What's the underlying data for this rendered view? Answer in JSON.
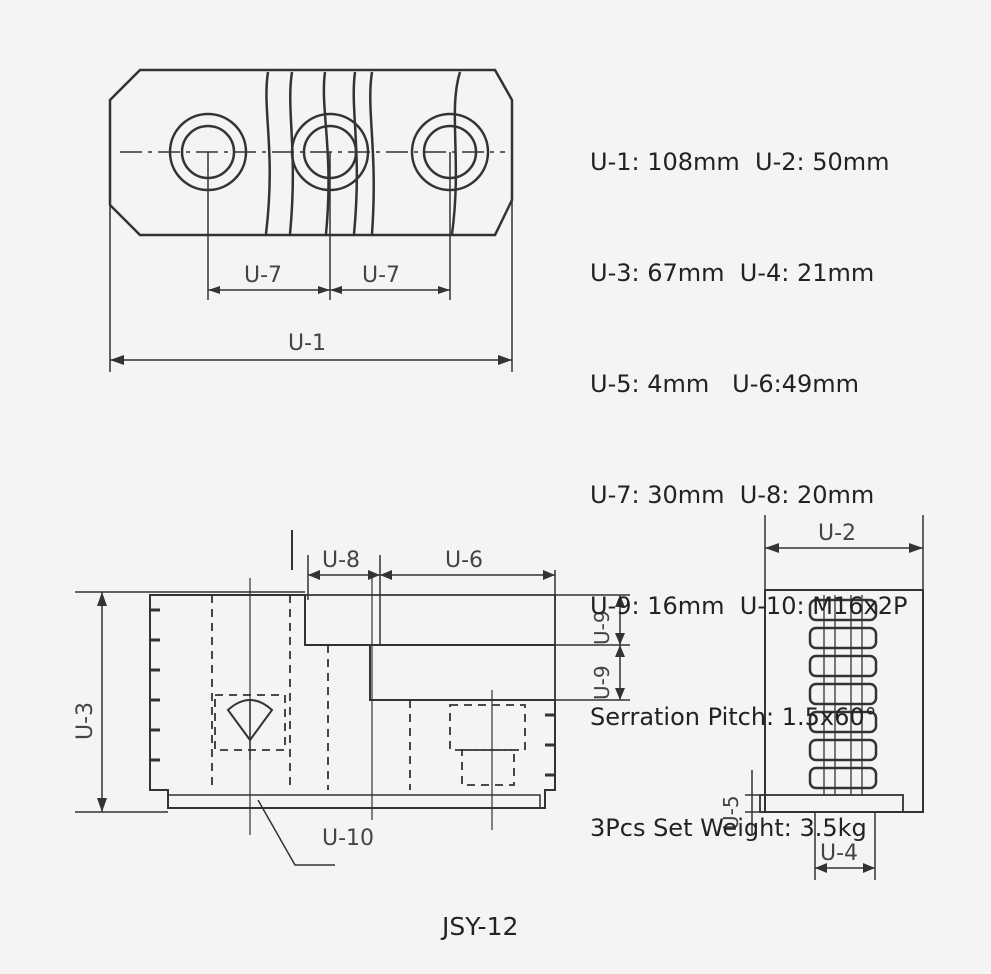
{
  "specs": [
    "U-1: 108mm  U-2: 50mm",
    "U-3: 67mm  U-4: 21mm",
    "U-5: 4mm   U-6:49mm",
    "U-7: 30mm  U-8: 20mm",
    "U-9: 16mm  U-10: M16x2P",
    "Serration Pitch: 1.5x60°",
    "3Pcs Set Weight: 3.5kg"
  ],
  "labels": {
    "u1": "U-1",
    "u2": "U-2",
    "u3": "U-3",
    "u4": "U-4",
    "u5": "U-5",
    "u6": "U-6",
    "u7": "U-7",
    "u8": "U-8",
    "u9": "U-9",
    "u10": "U-10"
  },
  "caption": "JSY-12"
}
